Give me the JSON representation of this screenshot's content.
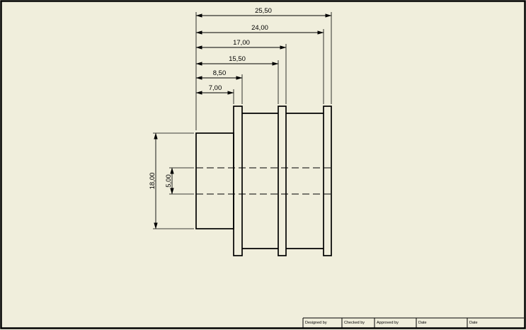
{
  "sheet": {
    "background_color": "#f0eedc",
    "line_color": "#000000"
  },
  "drawing": {
    "description_labels": {
      "view": "side-view-stepped-pulley"
    }
  },
  "dims": {
    "h": [
      "25,50",
      "24,00",
      "17,00",
      "15,50",
      "8,50",
      "7,00"
    ],
    "v": [
      "18,00",
      "5,00"
    ]
  },
  "title_block": {
    "cells": [
      "Designed by",
      "Checked by",
      "Approved by",
      "Date",
      "Date"
    ]
  }
}
